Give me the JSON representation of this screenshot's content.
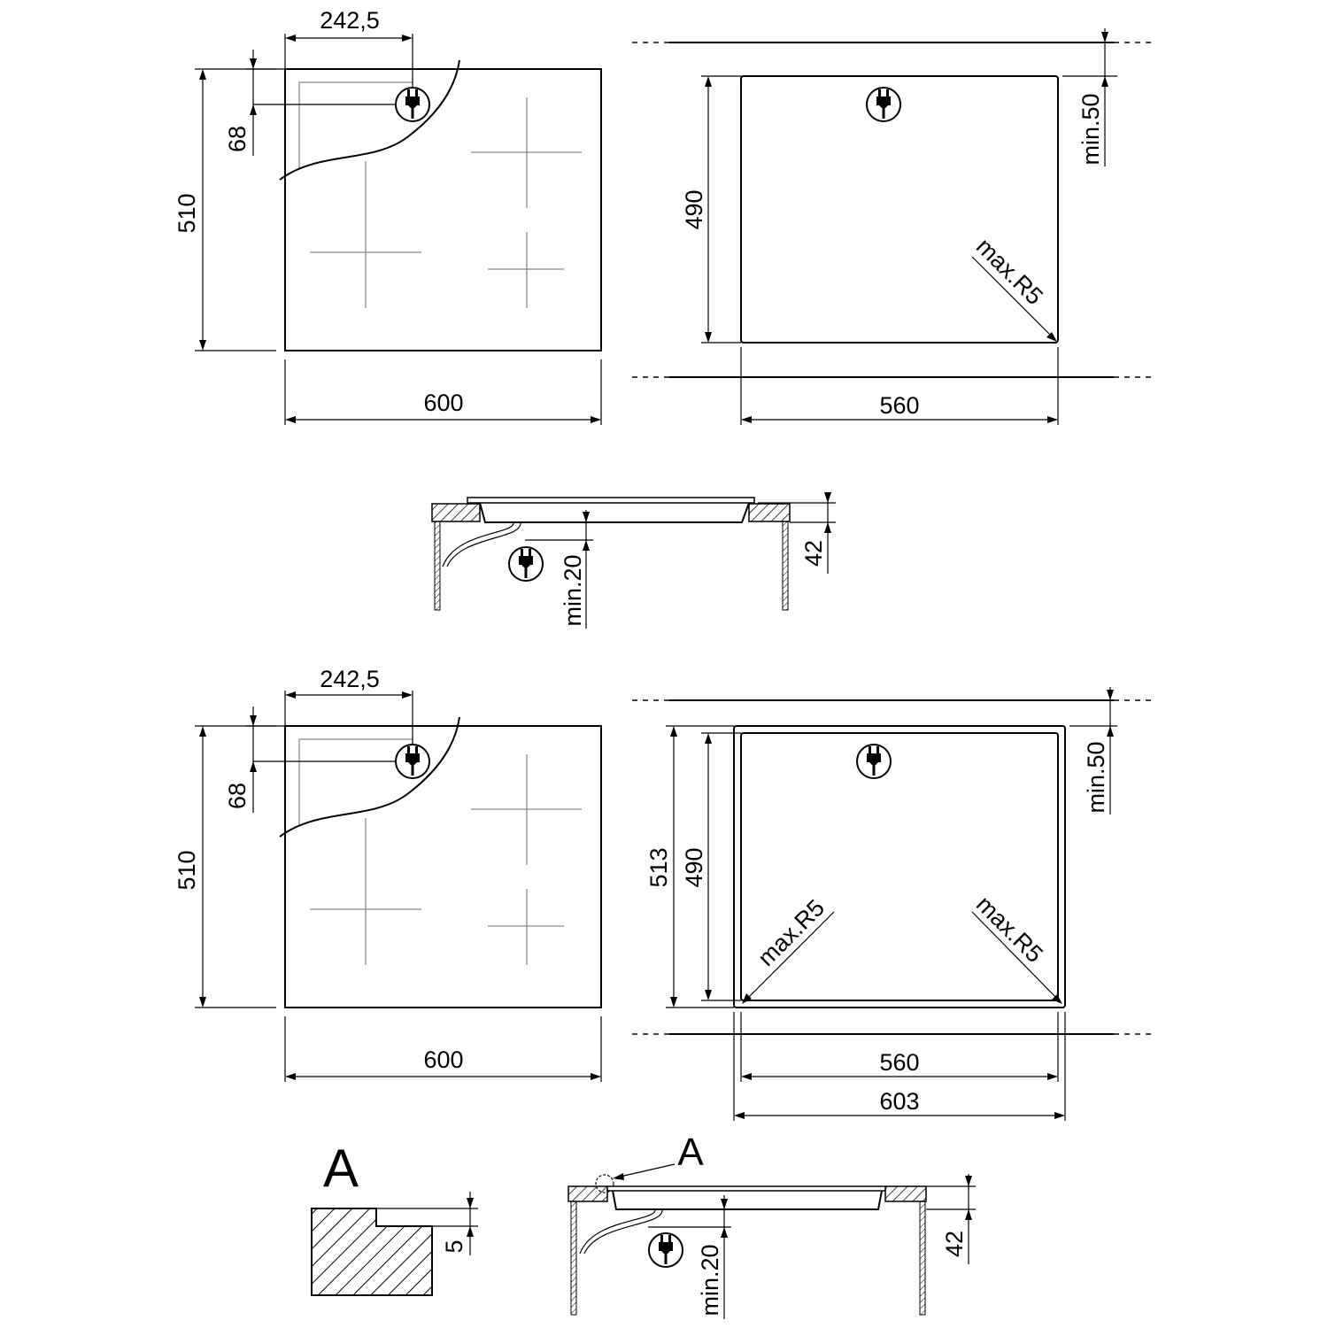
{
  "labels": {
    "hob_plug_offset_x": "242,5",
    "hob_plug_offset_y": "68",
    "hob_depth": "510",
    "hob_width": "600",
    "cutout_depth": "490",
    "cutout_width": "560",
    "clearance_back": "min.50",
    "corner_radius": "max.R5",
    "hob_height": "42",
    "clearance_below": "min.20",
    "flush_depth": "513",
    "flush_width": "603",
    "detail_step": "5",
    "detail_ref": "A"
  },
  "icons": {
    "plug": "plug-icon"
  }
}
